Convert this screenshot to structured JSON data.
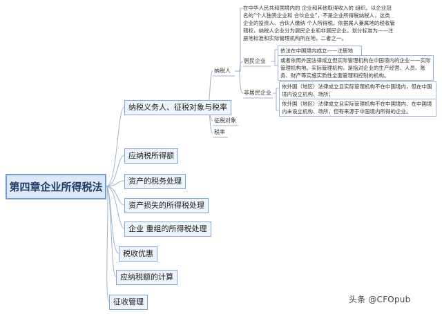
{
  "root": {
    "label": "第四章企业所得税法"
  },
  "branches": {
    "b1": {
      "label": "纳税义务人、征税对象与税率"
    },
    "b2": {
      "label": "应纳税所得额"
    },
    "b3": {
      "label": "资产的税务处理"
    },
    "b4": {
      "label": "资产损失的所得税处理"
    },
    "b5": {
      "label": "企业 重组的所得税处理"
    },
    "b6": {
      "label": "税收优惠"
    },
    "b7": {
      "label": "应纳税额的计算"
    },
    "b8": {
      "label": "征收管理"
    }
  },
  "taxpayer": {
    "label": "纳税人",
    "note": "在中华人民共和国境内的 企业和其他取得收入的 组织。以企业冠名的“个人独资企业和 合伙企业”，不是企业所得税纳税人，这类企业的投资人、合伙人缴纳 个人所得税。依据属人兼属地的税收管辖权，纳税人企业分为居民企业和非居民企业。划分标准为——注册地标准和实际管理机构所在地，二者之一。",
    "resident": {
      "label": "居民企业",
      "items": [
        "依法在中国境内成立——注册地",
        "或者依照外国法律成立但实际管理机构在中国境内的企业——实际管理机构地。实际管理机构，是指对企业的生产经营、人员、账务、财产等实施实质性全面管理和控制的机构。"
      ]
    },
    "nonresident": {
      "label": "非居民企业",
      "items": [
        "依外国（地区）法律成立且实际管理机构不在中国境内，但在中国境内设立机构、场所；",
        "依外国（地区）法律成立且实际管理机构不在中国境内、在中国境内未设立机构、场所，但有来源于中国境内所得的企业。"
      ]
    }
  },
  "object": {
    "label": "征税对象"
  },
  "rate": {
    "label": "税率"
  },
  "watermark": "头条 @CFOpub"
}
